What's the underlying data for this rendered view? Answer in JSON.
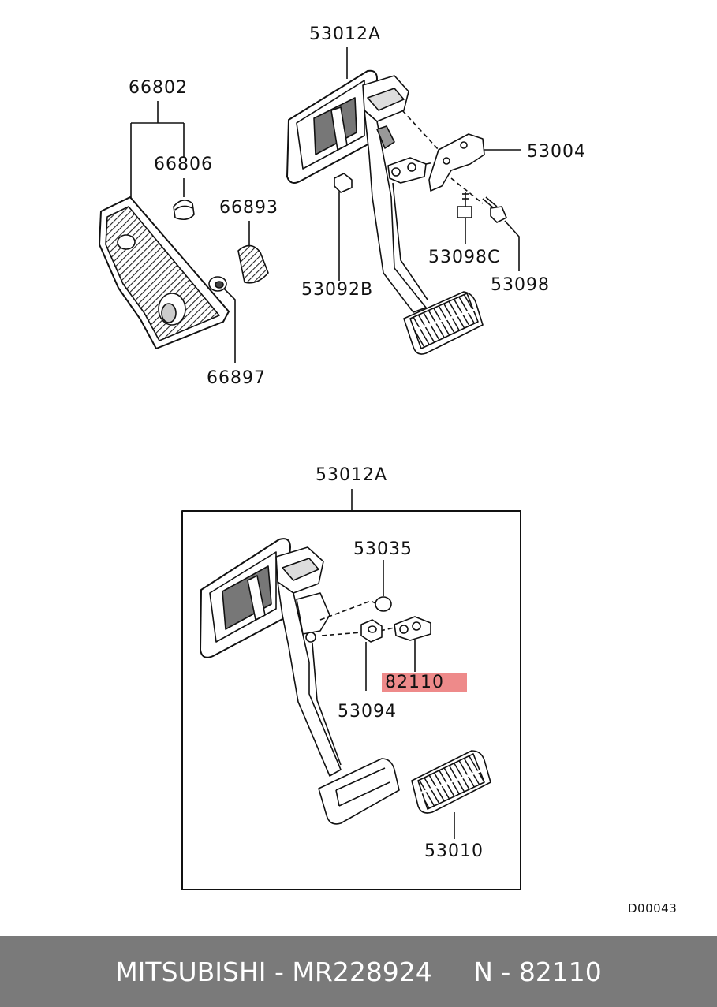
{
  "diagram": {
    "top_labels": {
      "assembly": "53012A",
      "mat": "66802",
      "clip": "66806",
      "pad": "66893",
      "grommet": "66897",
      "bushing": "53092B",
      "bracket": "53004",
      "bolt_c": "53098C",
      "bolt": "53098"
    },
    "bottom_labels": {
      "assembly": "53012A",
      "stopper": "53035",
      "switch": "82110",
      "holder": "53094",
      "pedal_pad": "53010"
    },
    "highlight_color": "#ee8a8a",
    "code": "D00043"
  },
  "footer": {
    "text": "MITSUBISHI - MR228924     N - 82110",
    "background": "#7a7a7a"
  }
}
